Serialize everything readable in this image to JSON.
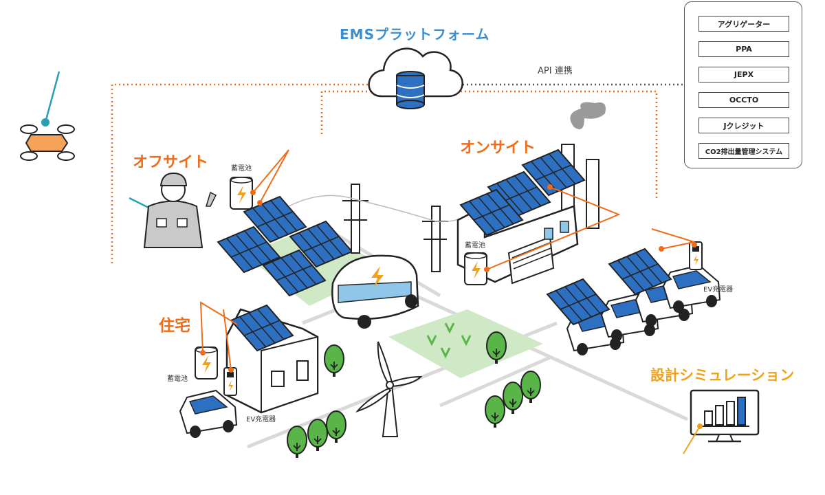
{
  "ems": {
    "title": "EMSプラットフォーム",
    "api_label": "API 連携"
  },
  "sections": {
    "offsite": "オフサイト",
    "onsite": "オンサイト",
    "home": "住宅",
    "simulation": "設計シミュレーション"
  },
  "labels": {
    "battery_offsite": "蓄電池",
    "battery_onsite": "蓄電池",
    "battery_home": "蓄電池",
    "ev_charger_onsite": "EV充電器",
    "ev_charger_home": "EV充電器"
  },
  "integrations": [
    "アグリゲーター",
    "PPA",
    "JEPX",
    "OCCTO",
    "Jクレジット",
    "CO2排出量管理システム"
  ],
  "colors": {
    "accent_blue": "#3b8fd0",
    "accent_orange": "#ee6c1a",
    "sim_orange": "#f0a11b",
    "panel_blue": "#2d6fc0",
    "tree_green": "#59b548",
    "drone_orange": "#f6a35a"
  }
}
